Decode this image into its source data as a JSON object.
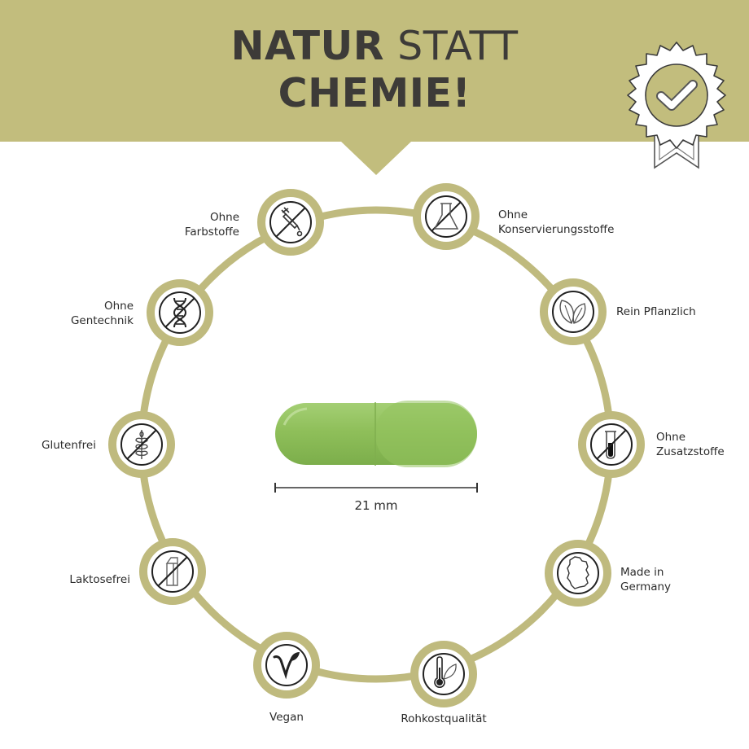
{
  "header": {
    "title_word1": "NATUR",
    "title_word2": "STATT",
    "title_line2": "CHEMIE!",
    "background_color": "#c2bd7d",
    "badge_icon": "quality-seal-check-icon"
  },
  "product": {
    "type": "capsule",
    "capsule_color": "#8fc05a",
    "length_label": "21 mm"
  },
  "ring_color": "#bfba7e",
  "features": [
    {
      "id": "farbstoffe",
      "label_line1": "Ohne",
      "label_line2": "Farbstoffe",
      "icon": "no-dropper-icon"
    },
    {
      "id": "konservierung",
      "label_line1": "Ohne",
      "label_line2": "Konservierungsstoffe",
      "icon": "no-flask-icon"
    },
    {
      "id": "pflanzlich",
      "label_line1": "Rein Pflanzlich",
      "label_line2": "",
      "icon": "leaves-icon"
    },
    {
      "id": "zusatzstoffe",
      "label_line1": "Ohne",
      "label_line2": "Zusatzstoffe",
      "icon": "no-test-tube-icon"
    },
    {
      "id": "germany",
      "label_line1": "Made in",
      "label_line2": "Germany",
      "icon": "germany-map-icon"
    },
    {
      "id": "rohkost",
      "label_line1": "Rohkostqualität",
      "label_line2": "",
      "icon": "thermometer-leaf-icon"
    },
    {
      "id": "vegan",
      "label_line1": "Vegan",
      "label_line2": "",
      "icon": "vegan-v-leaf-icon"
    },
    {
      "id": "laktose",
      "label_line1": "Laktosefrei",
      "label_line2": "",
      "icon": "no-milk-carton-icon"
    },
    {
      "id": "gluten",
      "label_line1": "Glutenfrei",
      "label_line2": "",
      "icon": "no-wheat-icon"
    },
    {
      "id": "gentechnik",
      "label_line1": "Ohne",
      "label_line2": "Gentechnik",
      "icon": "no-dna-icon"
    }
  ]
}
